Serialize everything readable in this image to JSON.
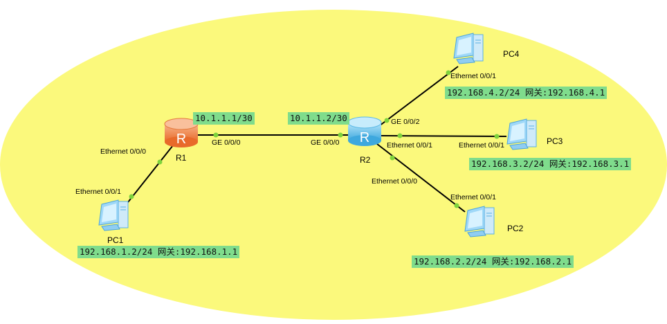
{
  "colors": {
    "area": "#fbf97c",
    "label_bg": "#7fdc8c",
    "link": "#000000",
    "port_dot": "#7ed33c",
    "r1": "#f08a4b",
    "r2": "#6cc4ea",
    "pc": "#7fcbf4"
  },
  "devices": {
    "r1": {
      "name": "R1",
      "icon": "router-icon"
    },
    "r2": {
      "name": "R2",
      "icon": "router-icon"
    },
    "pc1": {
      "name": "PC1",
      "icon": "pc-icon"
    },
    "pc2": {
      "name": "PC2",
      "icon": "pc-icon"
    },
    "pc3": {
      "name": "PC3",
      "icon": "pc-icon"
    },
    "pc4": {
      "name": "PC4",
      "icon": "pc-icon"
    }
  },
  "ports": {
    "r1_e000": "Ethernet 0/0/0",
    "pc1_e001": "Ethernet 0/0/1",
    "r1_ge000": "GE 0/0/0",
    "r2_ge000": "GE 0/0/0",
    "r2_ge002": "GE 0/0/2",
    "r2_e001": "Ethernet 0/0/1",
    "r2_e000": "Ethernet 0/0/0",
    "pc4_e001": "Ethernet 0/0/1",
    "pc3_e001": "Ethernet 0/0/1",
    "pc2_e001": "Ethernet 0/0/1"
  },
  "addresses": {
    "r1_ge": "10.1.1.1/30",
    "r2_ge": "10.1.1.2/30",
    "pc1": "192.168.1.2/24 网关:192.168.1.1",
    "pc2": "192.168.2.2/24 网关:192.168.2.1",
    "pc3": "192.168.3.2/24 网关:192.168.3.1",
    "pc4": "192.168.4.2/24 网关:192.168.4.1"
  }
}
